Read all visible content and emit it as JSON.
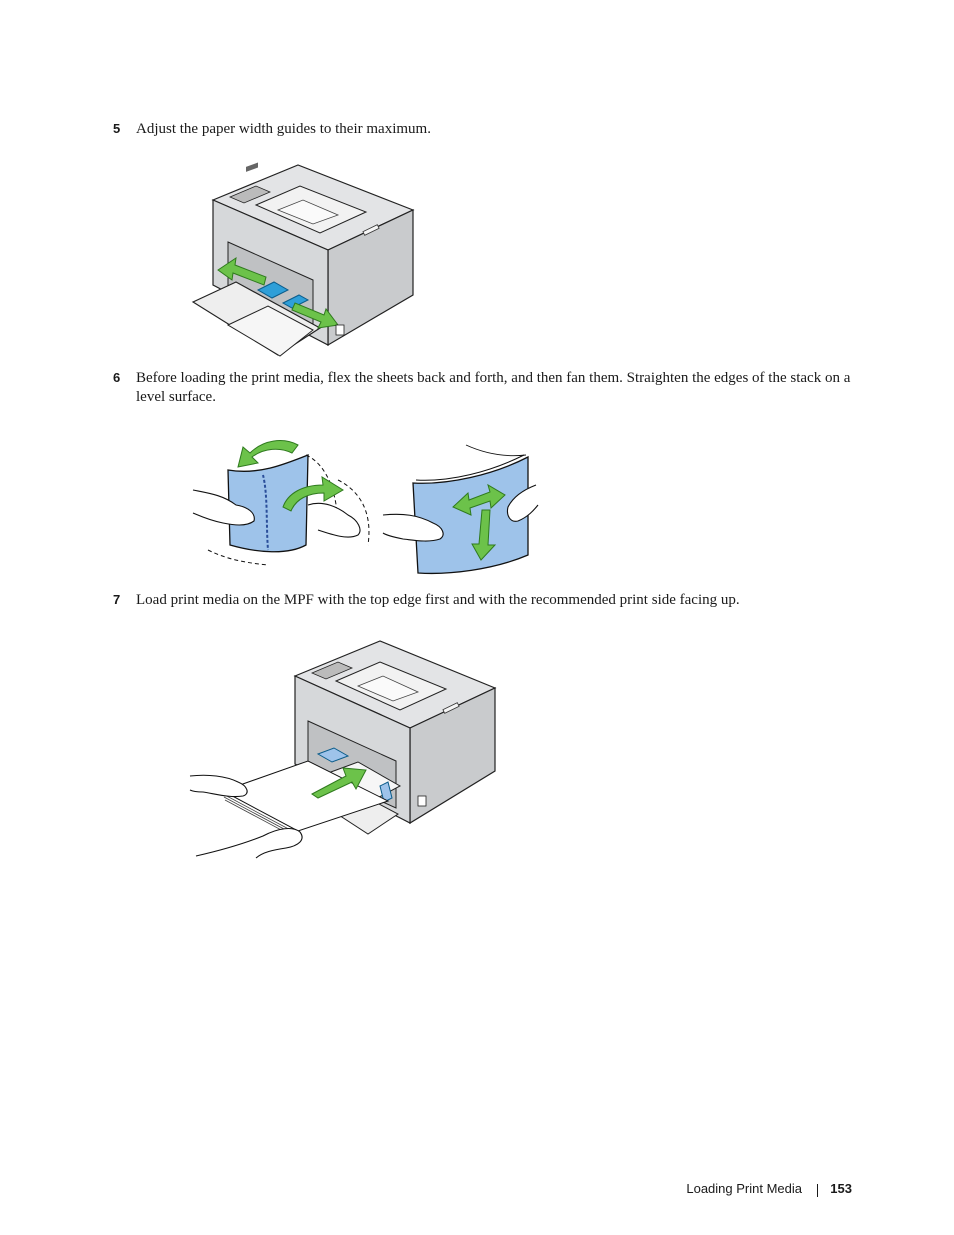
{
  "steps": [
    {
      "number": "5",
      "text": "Adjust the paper width guides to their maximum."
    },
    {
      "number": "6",
      "text": "Before loading the print media, flex the sheets back and forth, and then fan them. Straighten the edges of the stack on a level surface."
    },
    {
      "number": "7",
      "text": "Load print media on the MPF with the top edge first and with the recommended print side facing up."
    }
  ],
  "colors": {
    "arrow_green": "#6cc24a",
    "paper_blue": "#9ec3ea",
    "guide_blue": "#2f9fd8",
    "printer_gray": "#d2d4d6"
  },
  "footer": {
    "section_title": "Loading Print Media",
    "page_number": "153"
  }
}
